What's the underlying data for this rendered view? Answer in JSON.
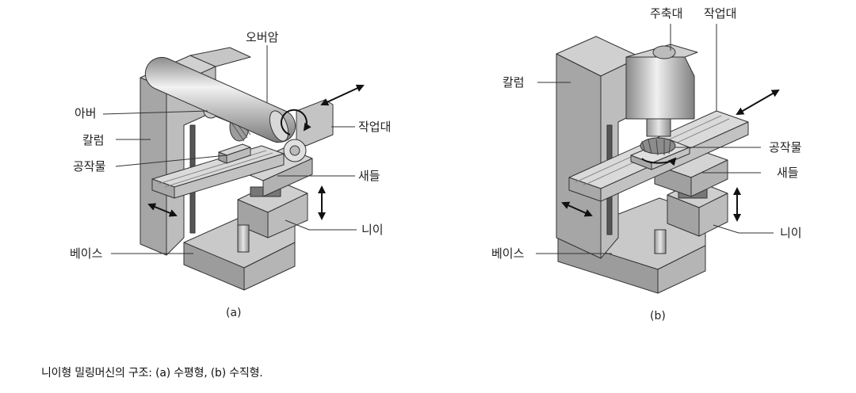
{
  "diagram_a": {
    "labels": {
      "overarm": "오버암",
      "arbor": "아버",
      "column": "칼럼",
      "workpiece": "공작물",
      "table": "작업대",
      "saddle": "새들",
      "knee": "니이",
      "base": "베이스"
    },
    "sublabel": "(a)"
  },
  "diagram_b": {
    "labels": {
      "spindle_head": "주축대",
      "table": "작업대",
      "column": "칼럼",
      "workpiece": "공작물",
      "saddle": "새들",
      "knee": "니이",
      "base": "베이스"
    },
    "sublabel": "(b)"
  },
  "caption": "니이형 밀링머신의 구조: (a) 수평형, (b) 수직형."
}
